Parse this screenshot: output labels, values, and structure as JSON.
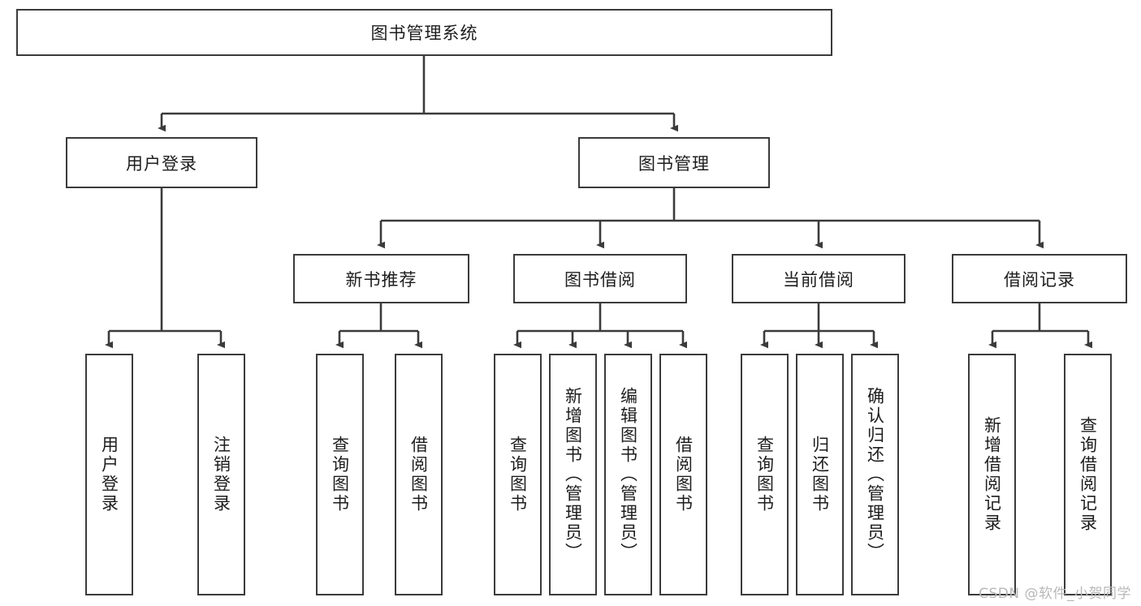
{
  "diagram": {
    "title": "图书管理系统",
    "watermark": "CSDN @软件_小贺同学",
    "colors": {
      "box_border": "#3b3b3b",
      "box_fill": "#ffffff",
      "edge": "#3b3b3b",
      "text": "#1d1d1d",
      "watermark": "#b8b8b8"
    },
    "nodes": {
      "root": "图书管理系统",
      "level2": {
        "user_login": "用户登录",
        "book_manage": "图书管理"
      },
      "level3": {
        "new_book_recommend": "新书推荐",
        "book_borrow": "图书借阅",
        "current_borrow": "当前借阅",
        "borrow_record": "借阅记录"
      },
      "leaves": {
        "user_login_1": "用户登录",
        "user_login_2": "注销登录",
        "recommend_1": "查询图书",
        "recommend_2": "借阅图书",
        "borrow_1": "查询图书",
        "borrow_2": "新增图书（管理员）",
        "borrow_3": "编辑图书（管理员）",
        "borrow_4": "借阅图书",
        "current_1": "查询图书",
        "current_2": "归还图书",
        "current_3": "确认归还（管理员）",
        "record_1": "新增借阅记录",
        "record_2": "查询借阅记录"
      }
    }
  }
}
